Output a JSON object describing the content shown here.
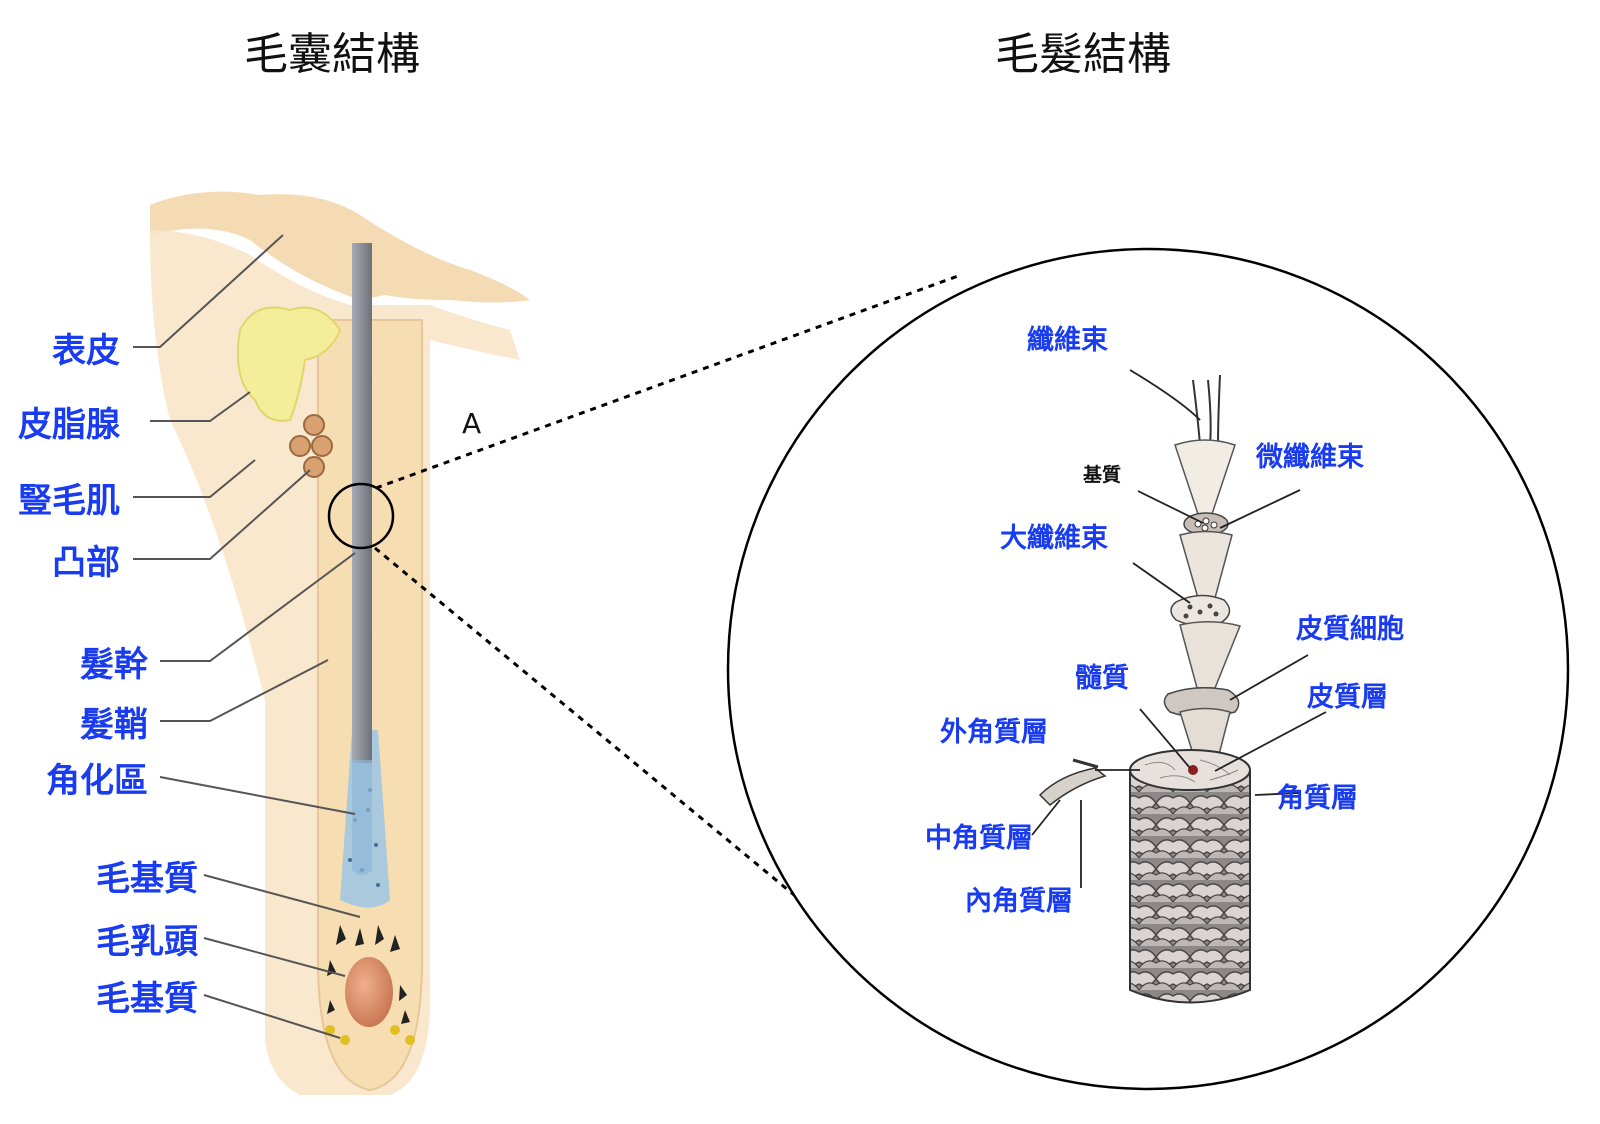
{
  "titles": {
    "follicle": "毛囊結構",
    "hair": "毛髮結構"
  },
  "marker": "A",
  "follicle_labels": [
    "表皮",
    "皮脂腺",
    "豎毛肌",
    "凸部",
    "髮幹",
    "髮鞘",
    "角化區",
    "毛基質",
    "毛乳頭",
    "毛基質"
  ],
  "hair_labels": {
    "fiber_bundle": "纖維束",
    "matrix": "基質",
    "microfibril": "微纖維束",
    "macrofibril": "大纖維束",
    "cortex_cell": "皮質細胞",
    "medulla": "髓質",
    "cortex": "皮質層",
    "exocuticle": "外角質層",
    "cuticle": "角質層",
    "mesocuticle": "中角質層",
    "endocuticle": "內角質層"
  },
  "colors": {
    "label": "#1a3cf0",
    "skin": "#f6dcae",
    "sebaceous": "#f4ee9a",
    "shaft": "#8e9199",
    "papilla": "#d98e6a",
    "keratin": "#9cc6e4"
  }
}
